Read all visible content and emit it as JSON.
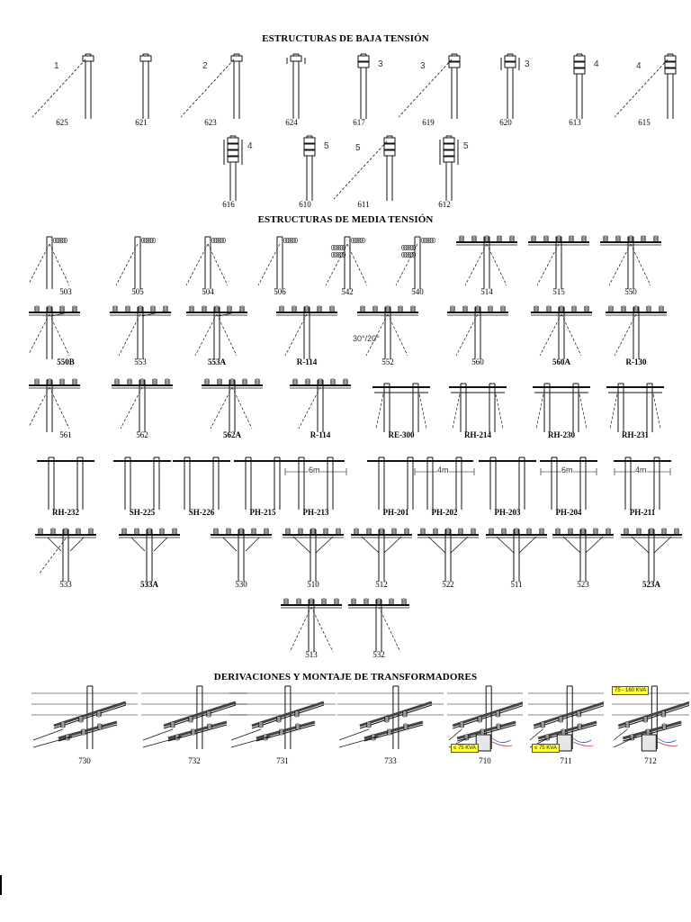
{
  "sections": {
    "baja": "ESTRUCTURAS DE BAJA TENSIÓN",
    "media": "ESTRUCTURAS DE MEDIA TENSIÓN",
    "deriv": "DERIVACIONES Y MONTAJE DE TRANSFORMADORES"
  },
  "baja": [
    {
      "code": "625",
      "num": "1"
    },
    {
      "code": "621",
      "num": ""
    },
    {
      "code": "623",
      "num": "2"
    },
    {
      "code": "624",
      "num": ""
    },
    {
      "code": "617",
      "num": "3"
    },
    {
      "code": "619",
      "num": "3"
    },
    {
      "code": "620",
      "num": "3"
    },
    {
      "code": "613",
      "num": "4"
    },
    {
      "code": "615",
      "num": "4"
    },
    {
      "code": "616",
      "num": "4"
    },
    {
      "code": "610",
      "num": "5"
    },
    {
      "code": "611",
      "num": "5"
    },
    {
      "code": "612",
      "num": "5"
    }
  ],
  "media": [
    [
      "503",
      "505",
      "504",
      "506",
      "542",
      "540",
      "514",
      "515",
      "550"
    ],
    [
      "550B",
      "553",
      "553A",
      "R-114",
      "552",
      "560",
      "560A",
      "R-130"
    ],
    [
      "561",
      "562",
      "562A",
      "R-114",
      "RE-300",
      "RH-214",
      "RH-230",
      "RH-231"
    ],
    [
      "RH-232",
      "SH-225",
      "SH-226",
      "PH-215",
      "PH-213",
      "PH-201",
      "PH-202",
      "PH-203",
      "PH-204",
      "PH-211"
    ],
    [
      "533",
      "533A",
      "530",
      "510",
      "512",
      "522",
      "511",
      "523",
      "523A"
    ],
    [
      "513",
      "532"
    ]
  ],
  "labels": {
    "m6": "6m",
    "m4": "4m",
    "ratio": "30°/20°"
  },
  "deriv": [
    {
      "code": "730",
      "tag": ""
    },
    {
      "code": "732",
      "tag": ""
    },
    {
      "code": "731",
      "tag": ""
    },
    {
      "code": "733",
      "tag": ""
    },
    {
      "code": "710",
      "tag": "≤ 75 KVA"
    },
    {
      "code": "711",
      "tag": "≤ 75 KVA"
    },
    {
      "code": "712",
      "tag": "75 - 160 KVA"
    }
  ],
  "colors": {
    "ink": "#111111",
    "tag": "#ffff33",
    "blue": "#3a4fd0",
    "red": "#d03030"
  }
}
